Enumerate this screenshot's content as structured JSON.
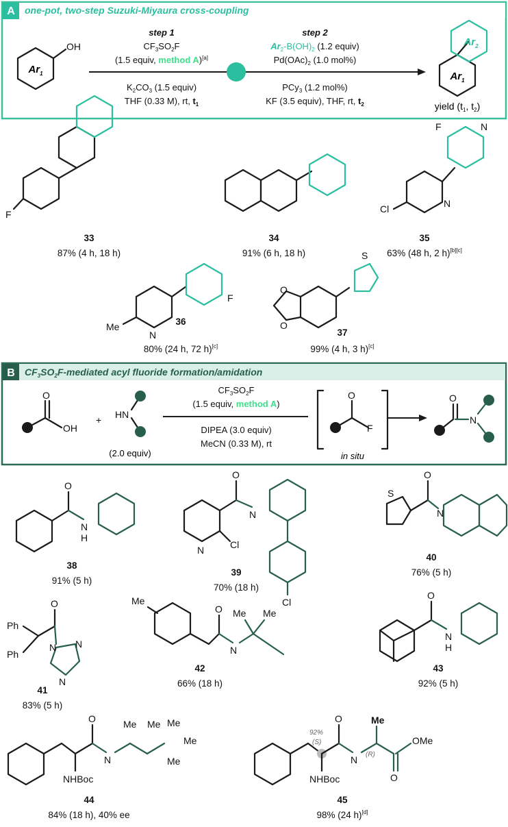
{
  "panel_a": {
    "letter": "A",
    "title": "one-pot, two-step Suzuki-Miyaura cross-coupling",
    "reactant_label": "Ar1",
    "oh": "OH",
    "step1": {
      "heading": "step 1",
      "reagent": "CF3SO2F",
      "equiv": "(1.5 equiv, ",
      "method": "method A",
      "equiv_end": ")[a]",
      "base": "K2CO3 (1.5 equiv)",
      "solvent": "THF (0.33 M), rt, t1"
    },
    "step2": {
      "heading": "step 2",
      "boronic": "Ar2-B(OH)2 (1.2 equiv)",
      "catalyst": "Pd(OAc)2 (1.0 mol%)",
      "ligand": "PCy3 (1.2 mol%)",
      "conditions": "KF (3.5 equiv), THF, rt, t2"
    },
    "product_ar1": "Ar1",
    "product_ar2": "Ar2",
    "yield_label": "yield (t1, t2)"
  },
  "compounds_a": [
    {
      "id": "33",
      "yield": "87% (4 h, 18 h)"
    },
    {
      "id": "34",
      "yield": "91% (6 h, 18 h)"
    },
    {
      "id": "35",
      "yield": "63% (48 h, 2 h)[b][c]"
    },
    {
      "id": "36",
      "yield": "80% (24 h, 72 h)[c]"
    },
    {
      "id": "37",
      "yield": "99% (4 h, 3 h)[c]"
    }
  ],
  "panel_b": {
    "letter": "B",
    "title": "CF3SO2F-mediated acyl fluoride formation/amidation",
    "reagent": "CF3SO2F",
    "equiv": "(1.5 equiv, ",
    "method": "method A",
    "equiv_end": ")",
    "base": "DIPEA (3.0 equiv)",
    "solvent": "MeCN (0.33 M), rt",
    "amine_equiv": "(2.0 equiv)",
    "in_situ": "in situ",
    "plus": "+"
  },
  "compounds_b": [
    {
      "id": "38",
      "yield": "91% (5 h)"
    },
    {
      "id": "39",
      "yield": "70% (18 h)"
    },
    {
      "id": "40",
      "yield": "76% (5 h)"
    },
    {
      "id": "41",
      "yield": "83% (5 h)"
    },
    {
      "id": "42",
      "yield": "66% (18 h)"
    },
    {
      "id": "43",
      "yield": "92% (5 h)"
    },
    {
      "id": "44",
      "yield": "84% (18 h), 40% ee"
    },
    {
      "id": "45",
      "yield": "98% (24 h)[d]"
    }
  ],
  "atom_labels": {
    "F": "F",
    "Cl": "Cl",
    "N": "N",
    "S": "S",
    "O": "O",
    "H": "H",
    "Me": "Me",
    "Ph": "Ph",
    "NHBoc": "NHBoc",
    "OMe": "OMe",
    "ee_mark": "92%",
    "S_conf": "(S)",
    "R_conf": "(R)"
  },
  "colors": {
    "teal": "#2bbf9f",
    "dark_green": "#275f4c",
    "method_green": "#3fe08a",
    "box_border": "#2e6b57",
    "header_bg": "#d9efe8"
  }
}
